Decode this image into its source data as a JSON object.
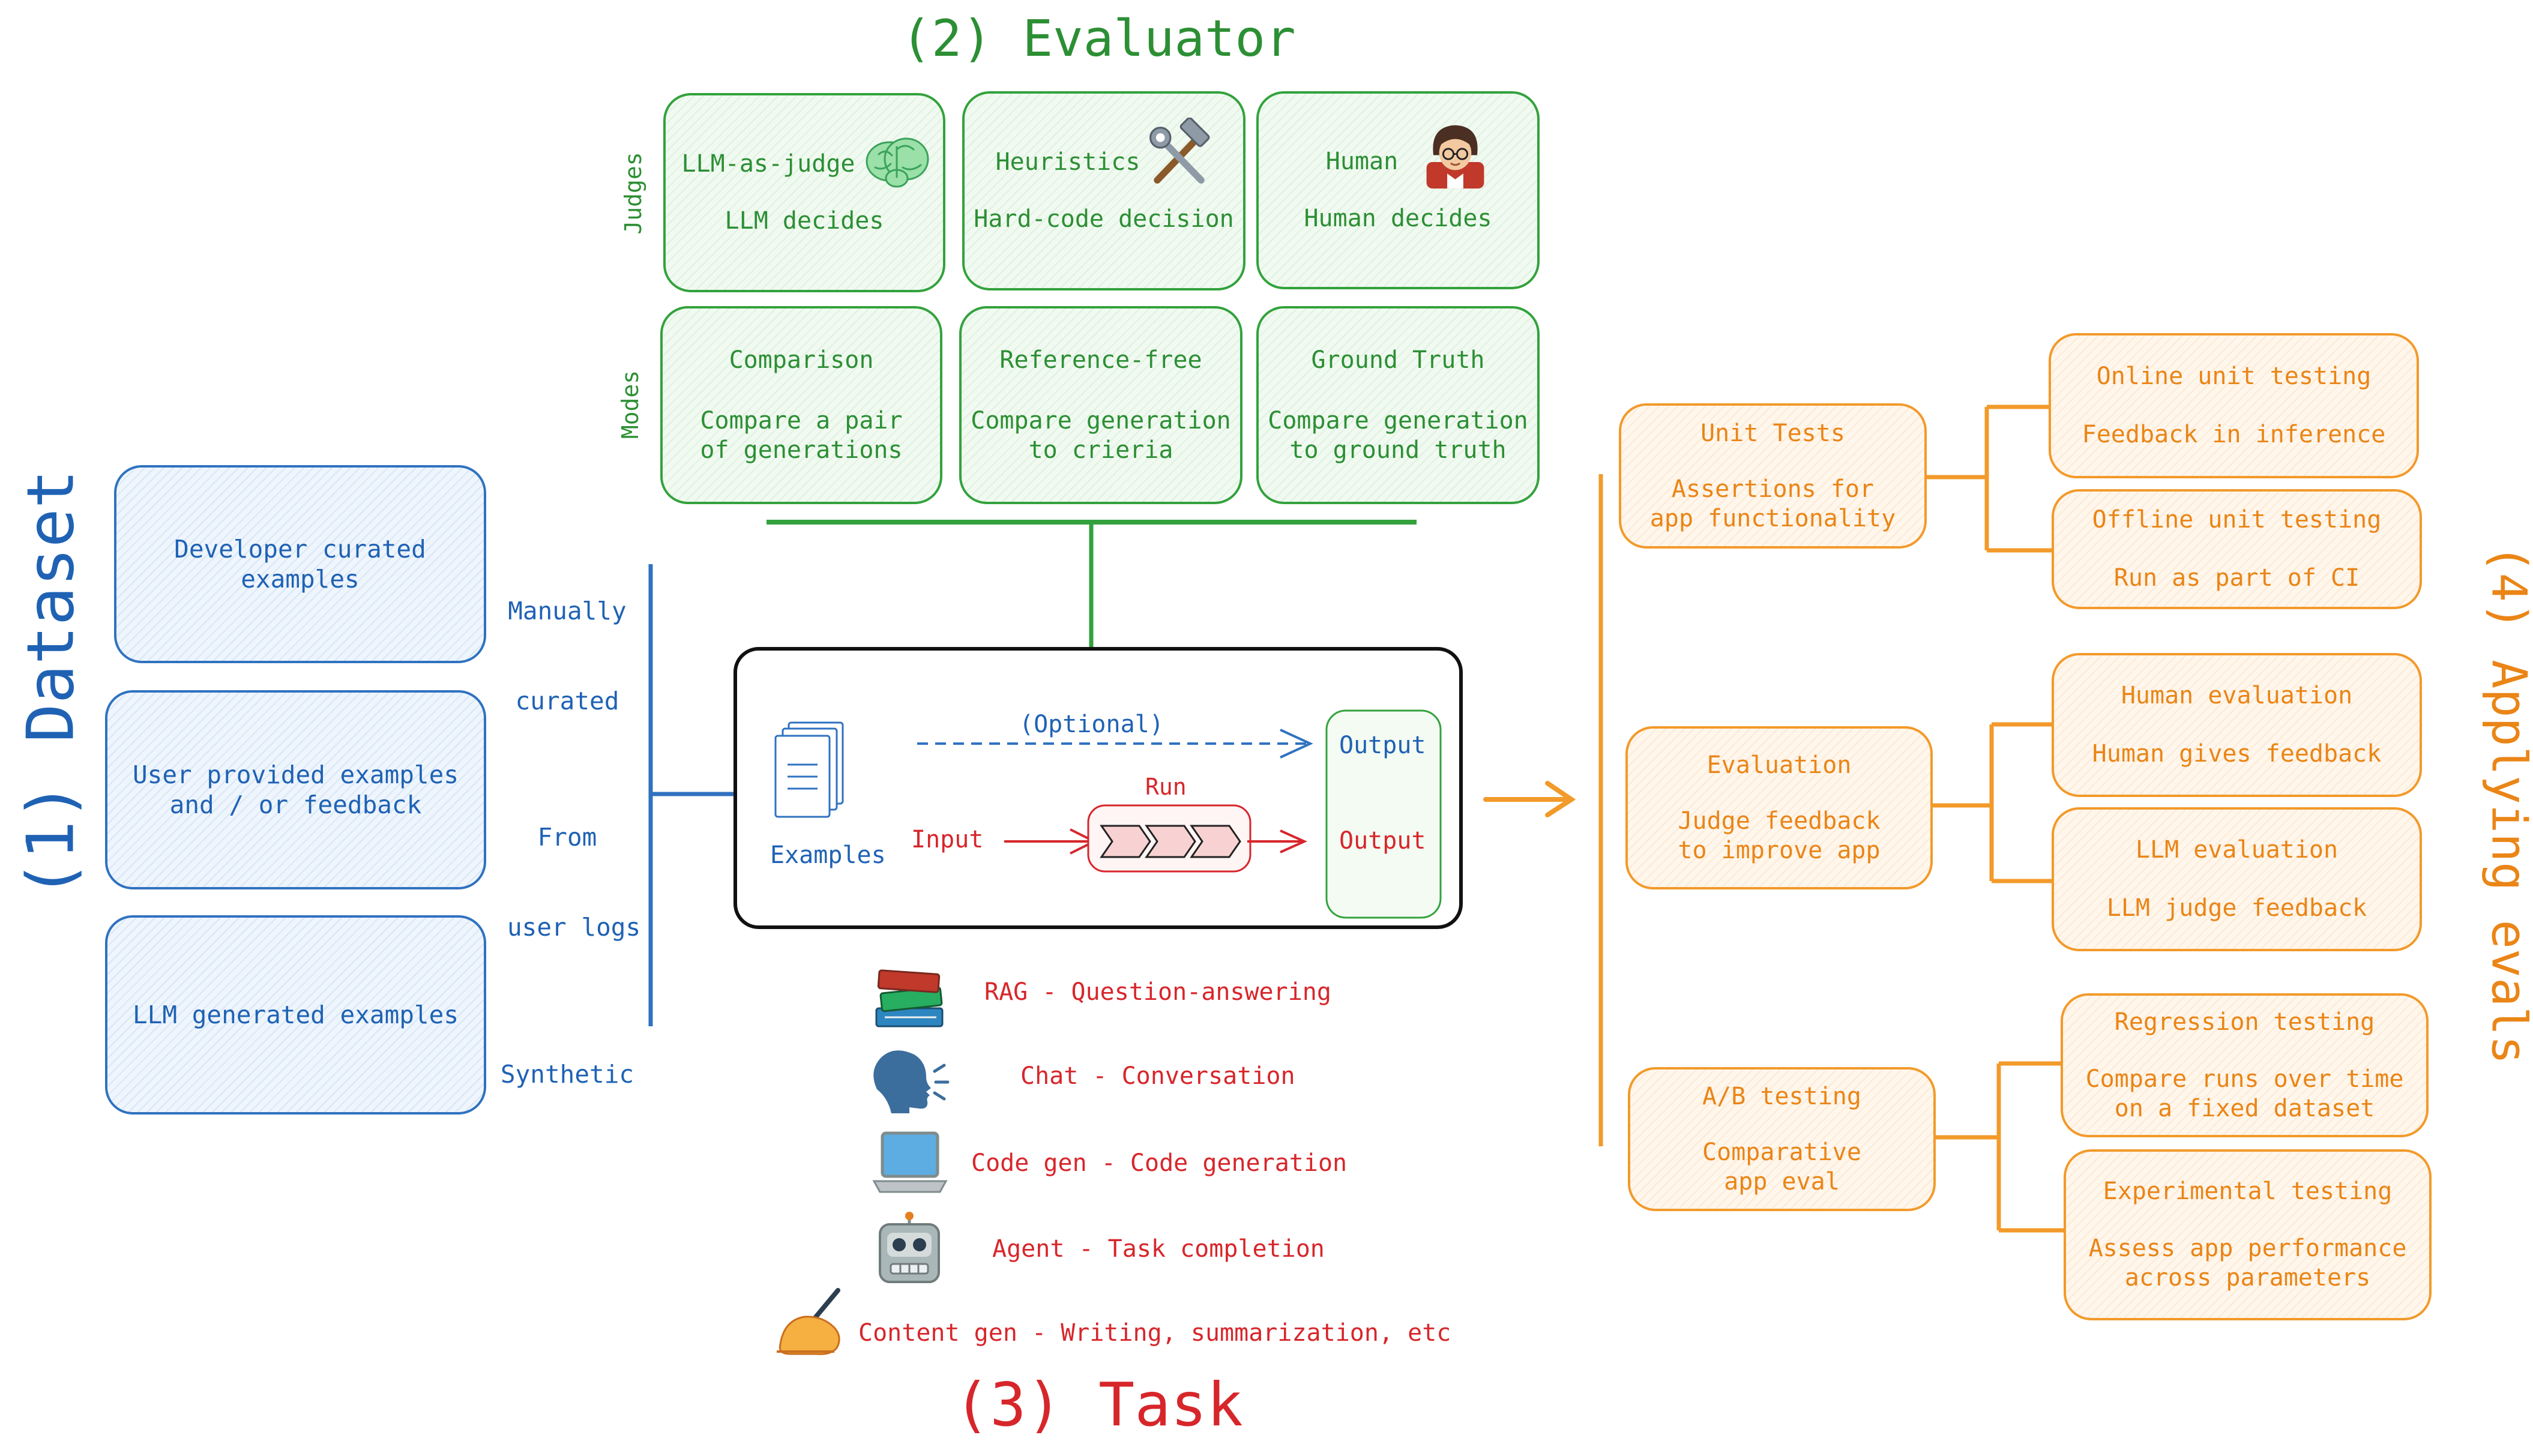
{
  "evaluator": {
    "title": "(2) Evaluator",
    "judges_label": "Judges",
    "modes_label": "Modes",
    "judges": [
      {
        "title": "LLM-as-judge",
        "desc": "LLM decides",
        "icon": "brain-icon"
      },
      {
        "title": "Heuristics",
        "desc": "Hard-code decision",
        "icon": "hammer-wrench-icon"
      },
      {
        "title": "Human",
        "desc": "Human decides",
        "icon": "teacher-icon"
      }
    ],
    "modes": [
      {
        "title": "Comparison",
        "desc_line1": "Compare a pair",
        "desc_line2": "of generations"
      },
      {
        "title": "Reference-free",
        "desc_line1": "Compare generation",
        "desc_line2": "to crieria"
      },
      {
        "title": "Ground Truth",
        "desc_line1": "Compare generation",
        "desc_line2": "to ground truth"
      }
    ]
  },
  "dataset": {
    "title": "(1) Dataset",
    "boxes": [
      {
        "line1": "Developer curated",
        "line2": "examples"
      },
      {
        "line1": "User provided examples",
        "line2": "and / or feedback"
      },
      {
        "line1": "LLM generated examples",
        "line2": ""
      }
    ],
    "sources": [
      {
        "line1": "Manually",
        "line2": "curated"
      },
      {
        "line1": "From",
        "line2": "user logs"
      },
      {
        "line1": "Synthetic",
        "line2": ""
      }
    ]
  },
  "task": {
    "title": "(3) Task",
    "examples_label": "Examples",
    "optional_label": "(Optional)",
    "input_label": "Input",
    "run_label": "Run",
    "output_top": "Output",
    "output_bottom": "Output",
    "types": [
      {
        "icon": "books-icon",
        "text": "RAG - Question-answering"
      },
      {
        "icon": "speaking-head-icon",
        "text": "Chat - Conversation"
      },
      {
        "icon": "laptop-icon",
        "text": "Code gen - Code generation"
      },
      {
        "icon": "robot-icon",
        "text": "Agent - Task completion"
      },
      {
        "icon": "writing-hand-icon",
        "text": "Content gen - Writing, summarization, etc"
      }
    ]
  },
  "applying": {
    "title": "(4) Applying evals",
    "groups": [
      {
        "title": "Unit Tests",
        "desc_line1": "Assertions for",
        "desc_line2": "app functionality",
        "children": [
          {
            "title": "Online unit testing",
            "desc_line1": "Feedback in inference",
            "desc_line2": ""
          },
          {
            "title": "Offline unit testing",
            "desc_line1": "Run as part of CI",
            "desc_line2": ""
          }
        ]
      },
      {
        "title": "Evaluation",
        "desc_line1": "Judge feedback",
        "desc_line2": "to improve app",
        "children": [
          {
            "title": "Human evaluation",
            "desc_line1": "Human gives feedback",
            "desc_line2": ""
          },
          {
            "title": "LLM evaluation",
            "desc_line1": "LLM judge feedback",
            "desc_line2": ""
          }
        ]
      },
      {
        "title": "A/B testing",
        "desc_line1": "Comparative",
        "desc_line2": "app eval",
        "children": [
          {
            "title": "Regression testing",
            "desc_line1": "Compare runs over time",
            "desc_line2": "on a fixed dataset"
          },
          {
            "title": "Experimental testing",
            "desc_line1": "Assess app performance",
            "desc_line2": "across parameters"
          }
        ]
      }
    ]
  },
  "colors": {
    "dataset": "#1f62b4",
    "evaluator": "#2c8f34",
    "task": "#d7262b",
    "applying": "#ea8516",
    "frame": "#111111"
  }
}
